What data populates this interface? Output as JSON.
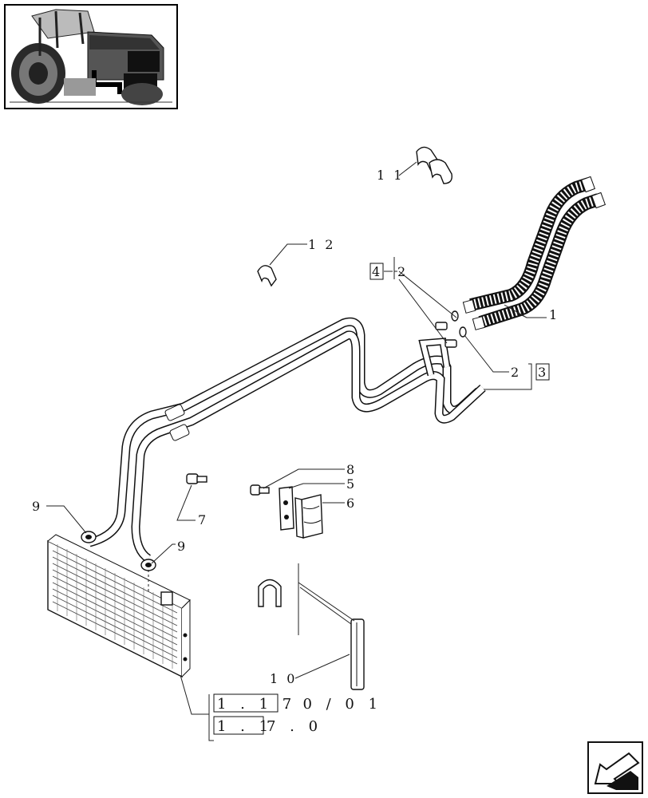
{
  "callouts": {
    "c1": "1",
    "c2a": "2",
    "c2b": "2",
    "c4": "4",
    "c3": "3",
    "c5": "5",
    "c6": "6",
    "c7": "7",
    "c8": "8",
    "c9a": "9",
    "c9b": "9",
    "c10": "1 0",
    "c11": "1 1",
    "c12": "1 2"
  },
  "references": {
    "ref1_box": "1 . 1 7",
    "ref1_rest": ". 0 / 0 1",
    "ref2_box": "1 . 1",
    "ref2_rest": "7 . 0"
  },
  "icons": {
    "thumbnail": "tractor-thumbnail",
    "navigation": "previous-page-arrow-icon"
  }
}
